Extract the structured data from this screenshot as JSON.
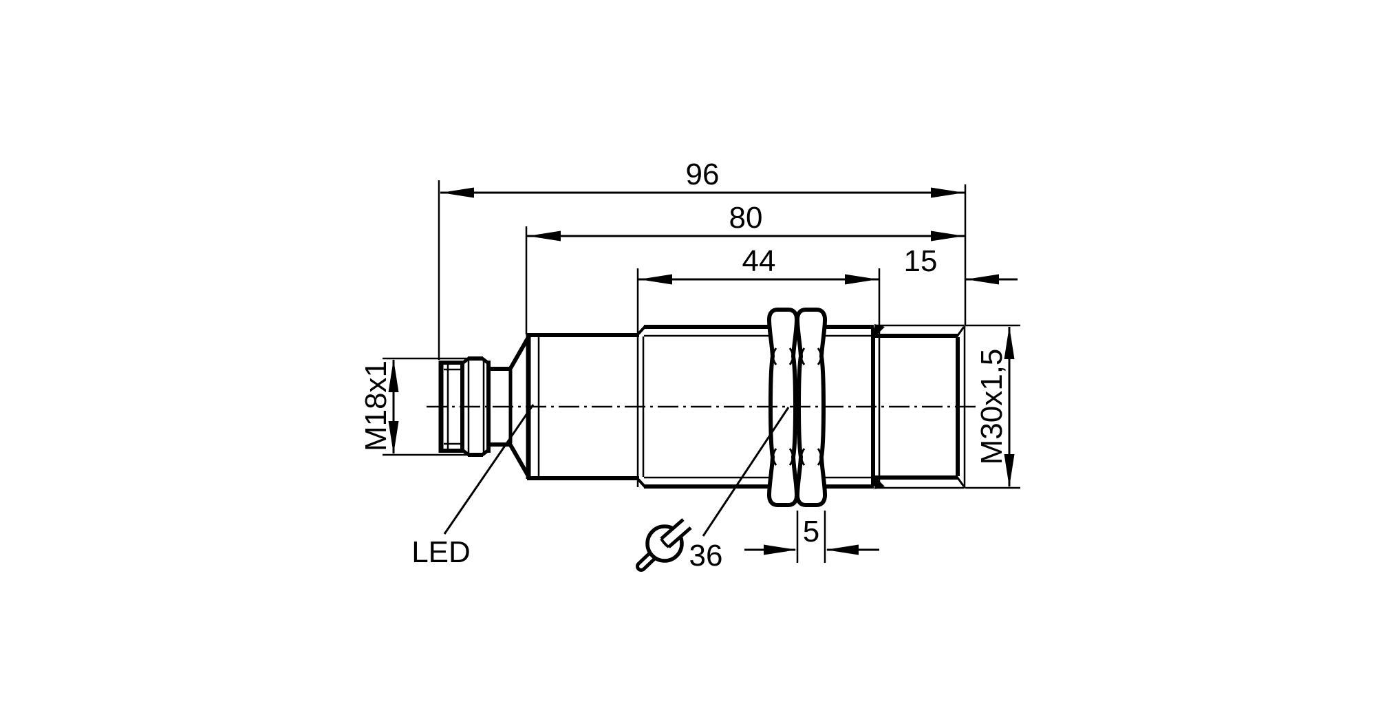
{
  "drawing": {
    "type": "technical-dimension-drawing",
    "subject": "threaded cylindrical inductive sensor, side view",
    "background_color": "#ffffff",
    "line_color": "#000000",
    "units": "mm",
    "dimensions": {
      "overall_length": "96",
      "housing_length": "80",
      "mid_thread_length": "44",
      "front_thread_length": "15",
      "lock_nut_thickness": "5",
      "wrench_size": "36",
      "connector_thread": "M18x1",
      "housing_thread": "M30x1,5"
    },
    "annotations": {
      "led_label": "LED",
      "wrench_icon": "open-end-spanner-symbol"
    }
  }
}
